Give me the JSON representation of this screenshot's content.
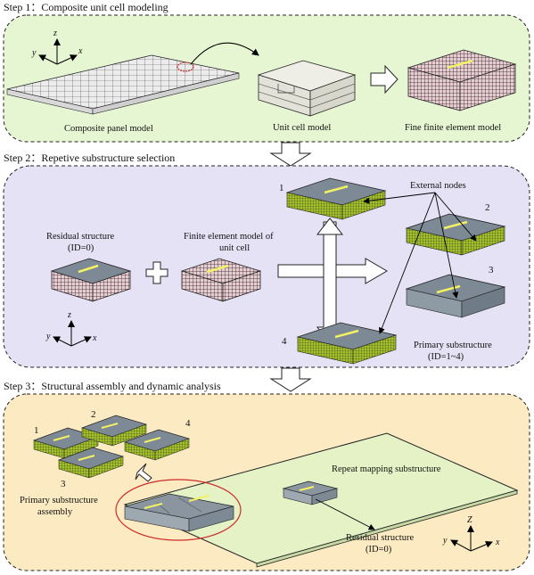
{
  "steps": [
    {
      "title": "Step 1：Composite unit cell modeling"
    },
    {
      "title": "Step 2：Repetive substructure selection"
    },
    {
      "title": "Step 3：Structural assembly and dynamic analysis"
    }
  ],
  "step1": {
    "panel_label": "Composite panel model",
    "unit_cell_label": "Unit cell model",
    "fine_fe_label": "Fine finite element model",
    "axes": {
      "x": "x",
      "y": "y",
      "z": "z"
    }
  },
  "step2": {
    "residual_label_line1": "Residual structure",
    "residual_label_line2": "(ID=0)",
    "fe_unit_line1": "Finite element model of",
    "fe_unit_line2": "unit cell",
    "external_nodes": "External nodes",
    "primary_line1": "Primary substructure",
    "primary_line2": "(ID=1~4)",
    "ids": [
      "1",
      "2",
      "3",
      "4"
    ],
    "axes": {
      "x": "x",
      "y": "y",
      "z": "z"
    }
  },
  "step3": {
    "repeat_mapping": "Repeat mapping substructure",
    "primary_assembly_line1": "Primary substructure",
    "primary_assembly_line2": "assembly",
    "residual_line1": "Residual structure",
    "residual_line2": "(ID=0)",
    "ids": [
      "1",
      "2",
      "3",
      "4"
    ],
    "axes": {
      "x": "x",
      "y": "y",
      "z": "Z"
    }
  },
  "colors": {
    "step1_bg": "#e6f5d2",
    "step2_bg": "#e6e2f5",
    "step3_bg": "#fcebc2",
    "plate_green": "#e4f2c6",
    "block_top": "#7d8994",
    "block_side": "#9bb42e",
    "mesh_pink": "#e7c9cf",
    "highlight": "#f2f263",
    "ellipse_red": "#cc2b2b"
  }
}
